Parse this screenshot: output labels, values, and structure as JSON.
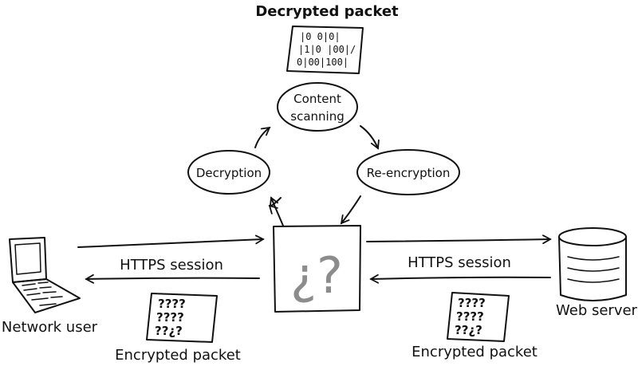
{
  "labels": {
    "decrypted_packet": "Decrypted packet",
    "content_scanning_line1": "Content",
    "content_scanning_line2": "scanning",
    "decryption": "Decryption",
    "re_encryption": "Re-encryption",
    "https_session_left": "HTTPS session",
    "https_session_right": "HTTPS session",
    "network_user": "Network user",
    "web_server": "Web server",
    "encrypted_packet_left": "Encrypted packet",
    "encrypted_packet_right": "Encrypted packet"
  },
  "decrypted_packet_lines": [
    "|0 0|0|",
    "|1|0 |00|/",
    "0|00|100|"
  ],
  "encrypted_packet_lines": [
    "????",
    "????",
    "??¿?"
  ],
  "proxy_glyph": "¿?",
  "icons": [
    "laptop-icon",
    "database-icon",
    "packet-icon"
  ]
}
